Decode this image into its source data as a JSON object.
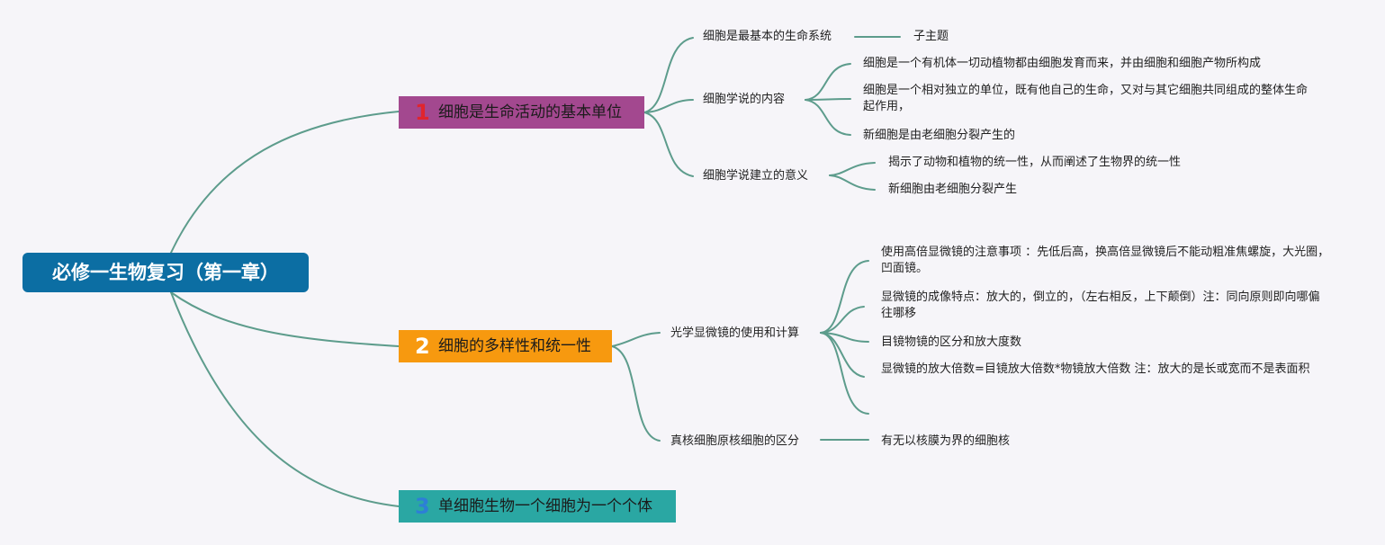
{
  "root": {
    "label": "必修一生物复习（第一章）"
  },
  "topics": [
    {
      "number": "1",
      "label": "细胞是生命活动的基本单位",
      "children": [
        {
          "label": "细胞是最基本的生命系统",
          "children": [
            "子主题"
          ]
        },
        {
          "label": "细胞学说的内容",
          "children": [
            "细胞是一个有机体一切动植物都由细胞发育而来，并由细胞和细胞产物所构成",
            "细胞是一个相对独立的单位，既有他自己的生命，又对与其它细胞共同组成的整体生命起作用，",
            "新细胞是由老细胞分裂产生的"
          ]
        },
        {
          "label": "细胞学说建立的意义",
          "children": [
            "揭示了动物和植物的统一性，从而阐述了生物界的统一性",
            "新细胞由老细胞分裂产生"
          ]
        }
      ]
    },
    {
      "number": "2",
      "label": "细胞的多样性和统一性",
      "children": [
        {
          "label": "光学显微镜的使用和计算",
          "children": [
            "使用高倍显微镜的注意事项 ：先低后高，换高倍显微镜后不能动粗准焦螺旋，大光圈，凹面镜。",
            "显微镜的成像特点：放大的，倒立的，（左右相反，上下颠倒）注：同向原则即向哪偏往哪移",
            "目镜物镜的区分和放大度数",
            "显微镜的放大倍数=目镜放大倍数*物镜放大倍数 注：放大的是长或宽而不是表面积",
            ""
          ]
        },
        {
          "label": "真核细胞原核细胞的区分",
          "children": [
            "有无以核膜为界的细胞核"
          ]
        }
      ]
    },
    {
      "number": "3",
      "label": "单细胞生物一个细胞为一个个体",
      "children": []
    }
  ],
  "colors": {
    "connector": "#5d9c8c",
    "root_fill": "#0c6ea3",
    "topic1_fill": "#a3488f",
    "topic2_fill": "#f7990f",
    "topic3_fill": "#2aa7a3",
    "background": "#f6f5f9"
  }
}
